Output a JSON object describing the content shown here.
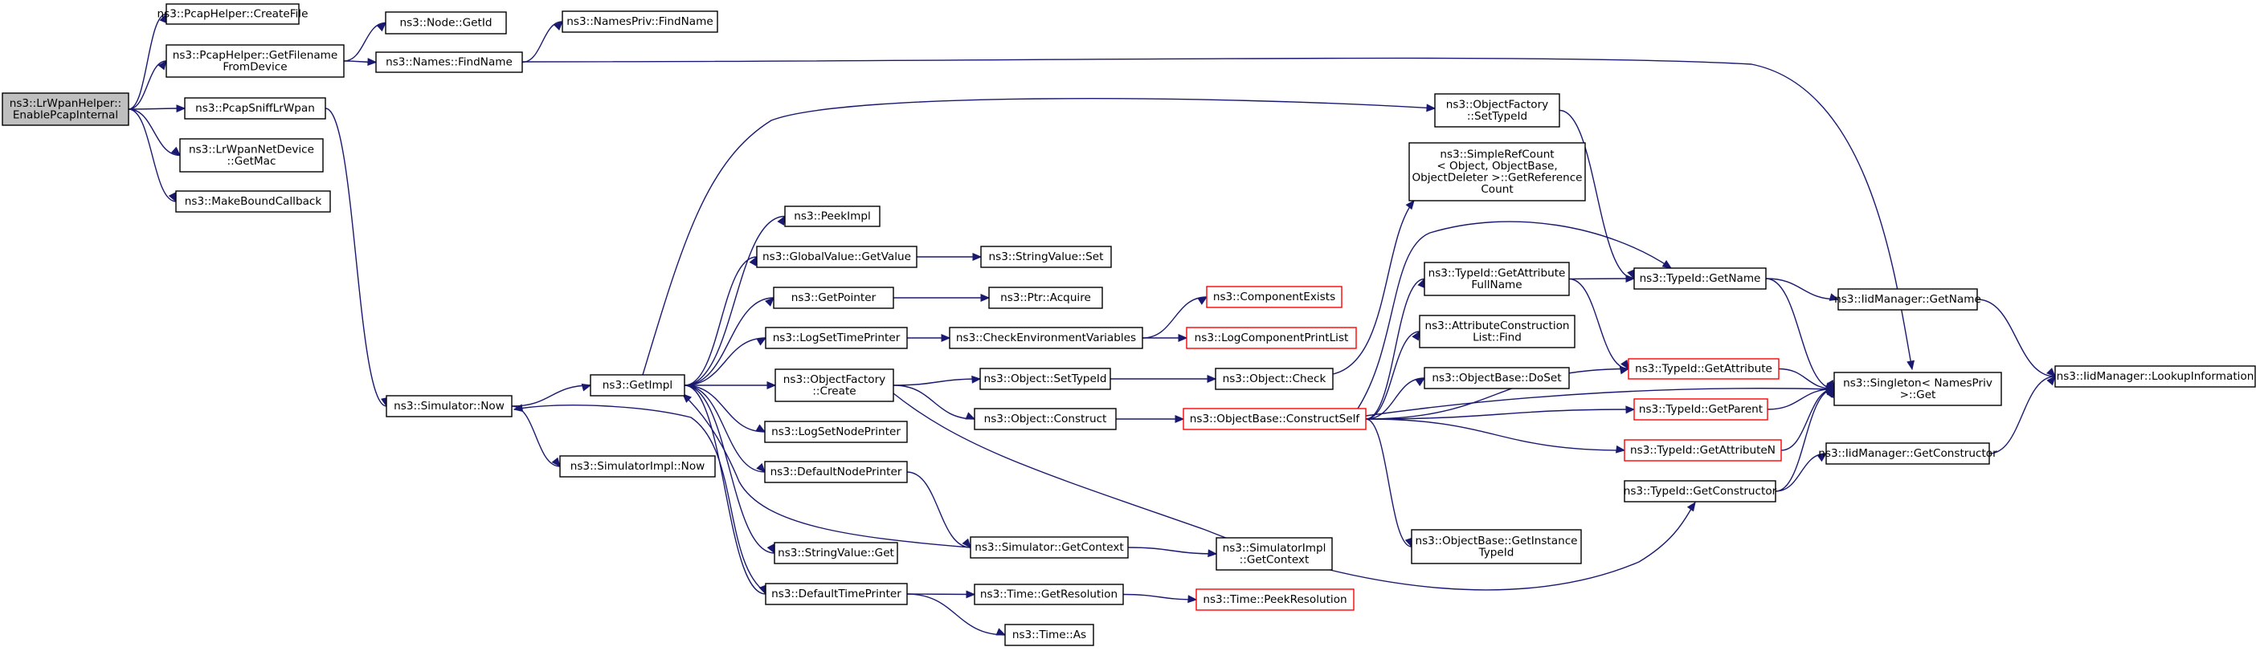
{
  "colors": {
    "edge": "#191970",
    "node_border": "#000000",
    "node_border_incomplete": "#ff0000",
    "root_fill": "#bfbfbf"
  },
  "nodes": {
    "enablepcapinternal": {
      "lines": [
        "ns3::LrWpanHelper::",
        "EnablePcapInternal"
      ],
      "root": true
    },
    "pcap-createfile": {
      "lines": [
        "ns3::PcapHelper::CreateFile"
      ]
    },
    "pcap-getfilename": {
      "lines": [
        "ns3::PcapHelper::GetFilename",
        "FromDevice"
      ]
    },
    "pcapsnifflrwpan": {
      "lines": [
        "ns3::PcapSniffLrWpan"
      ]
    },
    "lrwpannetdevice-getmac": {
      "lines": [
        "ns3::LrWpanNetDevice",
        "::GetMac"
      ]
    },
    "makeboundcallback": {
      "lines": [
        "ns3::MakeBoundCallback"
      ]
    },
    "node-getid": {
      "lines": [
        "ns3::Node::GetId"
      ]
    },
    "names-findname": {
      "lines": [
        "ns3::Names::FindName"
      ]
    },
    "namespriv-findname": {
      "lines": [
        "ns3::NamesPriv::FindName"
      ]
    },
    "simulator-now": {
      "lines": [
        "ns3::Simulator::Now"
      ]
    },
    "simulatorimpl-now": {
      "lines": [
        "ns3::SimulatorImpl::Now"
      ]
    },
    "getimpl": {
      "lines": [
        "ns3::GetImpl"
      ]
    },
    "peekimpl": {
      "lines": [
        "ns3::PeekImpl"
      ]
    },
    "globalvalue-getvalue": {
      "lines": [
        "ns3::GlobalValue::GetValue"
      ]
    },
    "stringvalue-set": {
      "lines": [
        "ns3::StringValue::Set"
      ]
    },
    "getpointer": {
      "lines": [
        "ns3::GetPointer"
      ]
    },
    "ptr-acquire": {
      "lines": [
        "ns3::Ptr::Acquire"
      ]
    },
    "logsettimeprinter": {
      "lines": [
        "ns3::LogSetTimePrinter"
      ]
    },
    "checkenvironmentvariables": {
      "lines": [
        "ns3::CheckEnvironmentVariables"
      ]
    },
    "componentexists": {
      "lines": [
        "ns3::ComponentExists"
      ],
      "incomplete": true
    },
    "logcomponentprintlist": {
      "lines": [
        "ns3::LogComponentPrintList"
      ],
      "incomplete": true
    },
    "objectfactory-create": {
      "lines": [
        "ns3::ObjectFactory",
        "::Create"
      ]
    },
    "object-settypeid": {
      "lines": [
        "ns3::Object::SetTypeId"
      ]
    },
    "object-check": {
      "lines": [
        "ns3::Object::Check"
      ]
    },
    "object-construct": {
      "lines": [
        "ns3::Object::Construct"
      ]
    },
    "objectbase-constructself": {
      "lines": [
        "ns3::ObjectBase::ConstructSelf"
      ],
      "incomplete": true
    },
    "lognodeprinter": {
      "lines": [
        "ns3::LogSetNodePrinter"
      ]
    },
    "defaultnodeprinter": {
      "lines": [
        "ns3::DefaultNodePrinter"
      ]
    },
    "stringvalue-get": {
      "lines": [
        "ns3::StringValue::Get"
      ]
    },
    "defaulttimeprinter": {
      "lines": [
        "ns3::DefaultTimePrinter"
      ]
    },
    "simulator-getcontext": {
      "lines": [
        "ns3::Simulator::GetContext"
      ]
    },
    "simulatorimpl-getcontext": {
      "lines": [
        "ns3::SimulatorImpl",
        "::GetContext"
      ]
    },
    "time-getresolution": {
      "lines": [
        "ns3::Time::GetResolution"
      ]
    },
    "time-peekresolution": {
      "lines": [
        "ns3::Time::PeekResolution"
      ],
      "incomplete": true
    },
    "time-as": {
      "lines": [
        "ns3::Time::As"
      ]
    },
    "objectfactory-settypeid": {
      "lines": [
        "ns3::ObjectFactory",
        "::SetTypeId"
      ]
    },
    "simplerefcount": {
      "lines": [
        "ns3::SimpleRefCount",
        "< Object, ObjectBase,",
        "ObjectDeleter >::GetReference",
        "Count"
      ]
    },
    "typeid-getattributefullname": {
      "lines": [
        "ns3::TypeId::GetAttribute",
        "FullName"
      ]
    },
    "attributeconstructionlist-find": {
      "lines": [
        "ns3::AttributeConstruction",
        "List::Find"
      ]
    },
    "objectbase-doset": {
      "lines": [
        "ns3::ObjectBase::DoSet"
      ]
    },
    "objectbase-getinstancetypeid": {
      "lines": [
        "ns3::ObjectBase::GetInstance",
        "TypeId"
      ]
    },
    "typeid-getname": {
      "lines": [
        "ns3::TypeId::GetName"
      ]
    },
    "typeid-getattribute": {
      "lines": [
        "ns3::TypeId::GetAttribute"
      ],
      "incomplete": true
    },
    "typeid-getparent": {
      "lines": [
        "ns3::TypeId::GetParent"
      ],
      "incomplete": true
    },
    "typeid-getattributen": {
      "lines": [
        "ns3::TypeId::GetAttributeN"
      ],
      "incomplete": true
    },
    "typeid-getconstructor": {
      "lines": [
        "ns3::TypeId::GetConstructor"
      ]
    },
    "iidmanager-getname": {
      "lines": [
        "ns3::IidManager::GetName"
      ]
    },
    "iidmanager-getconstructor": {
      "lines": [
        "ns3::IidManager::GetConstructor"
      ]
    },
    "singleton-get": {
      "lines": [
        "ns3::Singleton< NamesPriv",
        " >::Get"
      ]
    },
    "iidmanager-lookupinformation": {
      "lines": [
        "ns3::IidManager::LookupInformation"
      ]
    }
  },
  "edges": [
    [
      "enablepcapinternal",
      "pcap-createfile"
    ],
    [
      "enablepcapinternal",
      "pcap-getfilename"
    ],
    [
      "enablepcapinternal",
      "pcapsnifflrwpan"
    ],
    [
      "enablepcapinternal",
      "lrwpannetdevice-getmac"
    ],
    [
      "enablepcapinternal",
      "makeboundcallback"
    ],
    [
      "pcap-getfilename",
      "node-getid"
    ],
    [
      "pcap-getfilename",
      "names-findname"
    ],
    [
      "names-findname",
      "namespriv-findname"
    ],
    [
      "names-findname",
      "singleton-get"
    ],
    [
      "pcapsnifflrwpan",
      "simulator-now"
    ],
    [
      "simulator-now",
      "getimpl"
    ],
    [
      "simulator-now",
      "simulatorimpl-now"
    ],
    [
      "getimpl",
      "objectfactory-settypeid"
    ],
    [
      "getimpl",
      "peekimpl"
    ],
    [
      "getimpl",
      "globalvalue-getvalue"
    ],
    [
      "getimpl",
      "getpointer"
    ],
    [
      "getimpl",
      "logsettimeprinter"
    ],
    [
      "getimpl",
      "objectfactory-create"
    ],
    [
      "getimpl",
      "lognodeprinter"
    ],
    [
      "getimpl",
      "defaultnodeprinter"
    ],
    [
      "getimpl",
      "stringvalue-get"
    ],
    [
      "getimpl",
      "defaulttimeprinter"
    ],
    [
      "globalvalue-getvalue",
      "stringvalue-set"
    ],
    [
      "getpointer",
      "ptr-acquire"
    ],
    [
      "logsettimeprinter",
      "checkenvironmentvariables"
    ],
    [
      "checkenvironmentvariables",
      "componentexists"
    ],
    [
      "checkenvironmentvariables",
      "logcomponentprintlist"
    ],
    [
      "objectfactory-create",
      "object-settypeid"
    ],
    [
      "objectfactory-create",
      "object-construct"
    ],
    [
      "objectfactory-create",
      "typeid-getconstructor"
    ],
    [
      "object-settypeid",
      "object-check"
    ],
    [
      "object-check",
      "simplerefcount"
    ],
    [
      "object-construct",
      "objectbase-constructself"
    ],
    [
      "defaultnodeprinter",
      "simulator-getcontext"
    ],
    [
      "simulator-getcontext",
      "getimpl"
    ],
    [
      "simulator-getcontext",
      "simulatorimpl-getcontext"
    ],
    [
      "defaulttimeprinter",
      "simulator-now"
    ],
    [
      "defaulttimeprinter",
      "time-getresolution"
    ],
    [
      "defaulttimeprinter",
      "time-as"
    ],
    [
      "time-getresolution",
      "time-peekresolution"
    ],
    [
      "objectfactory-settypeid",
      "typeid-getname"
    ],
    [
      "objectbase-constructself",
      "typeid-getname"
    ],
    [
      "objectbase-constructself",
      "typeid-getattributefullname"
    ],
    [
      "objectbase-constructself",
      "attributeconstructionlist-find"
    ],
    [
      "objectbase-constructself",
      "objectbase-doset"
    ],
    [
      "objectbase-constructself",
      "typeid-getattribute"
    ],
    [
      "objectbase-constructself",
      "typeid-getparent"
    ],
    [
      "objectbase-constructself",
      "typeid-getattributen"
    ],
    [
      "objectbase-constructself",
      "objectbase-getinstancetypeid"
    ],
    [
      "objectbase-constructself",
      "singleton-get"
    ],
    [
      "typeid-getattributefullname",
      "typeid-getname"
    ],
    [
      "typeid-getattributefullname",
      "typeid-getattribute"
    ],
    [
      "typeid-getname",
      "iidmanager-getname"
    ],
    [
      "typeid-getname",
      "singleton-get"
    ],
    [
      "typeid-getattribute",
      "singleton-get"
    ],
    [
      "typeid-getparent",
      "singleton-get"
    ],
    [
      "typeid-getattributen",
      "singleton-get"
    ],
    [
      "typeid-getconstructor",
      "iidmanager-getconstructor"
    ],
    [
      "typeid-getconstructor",
      "singleton-get"
    ],
    [
      "iidmanager-getname",
      "iidmanager-lookupinformation"
    ],
    [
      "iidmanager-getconstructor",
      "iidmanager-lookupinformation"
    ]
  ]
}
